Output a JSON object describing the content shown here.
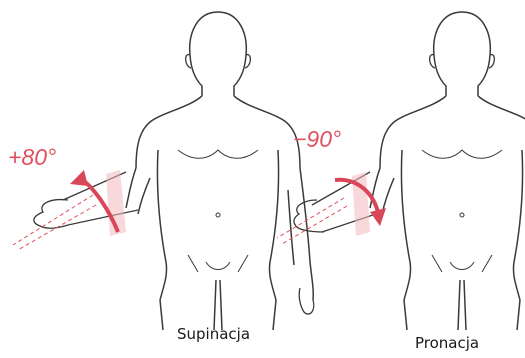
{
  "colors": {
    "accent": "#e0505f",
    "outline": "#3a3a3a",
    "arrow": "#d94657"
  },
  "icons": [
    "rotation-arrow-icon",
    "human-figure-icon"
  ],
  "figures": [
    {
      "id": "supination",
      "angle_label": "+80°",
      "caption": "Supinacja"
    },
    {
      "id": "pronation",
      "angle_label": "−90°",
      "caption": "Pronacja"
    }
  ]
}
